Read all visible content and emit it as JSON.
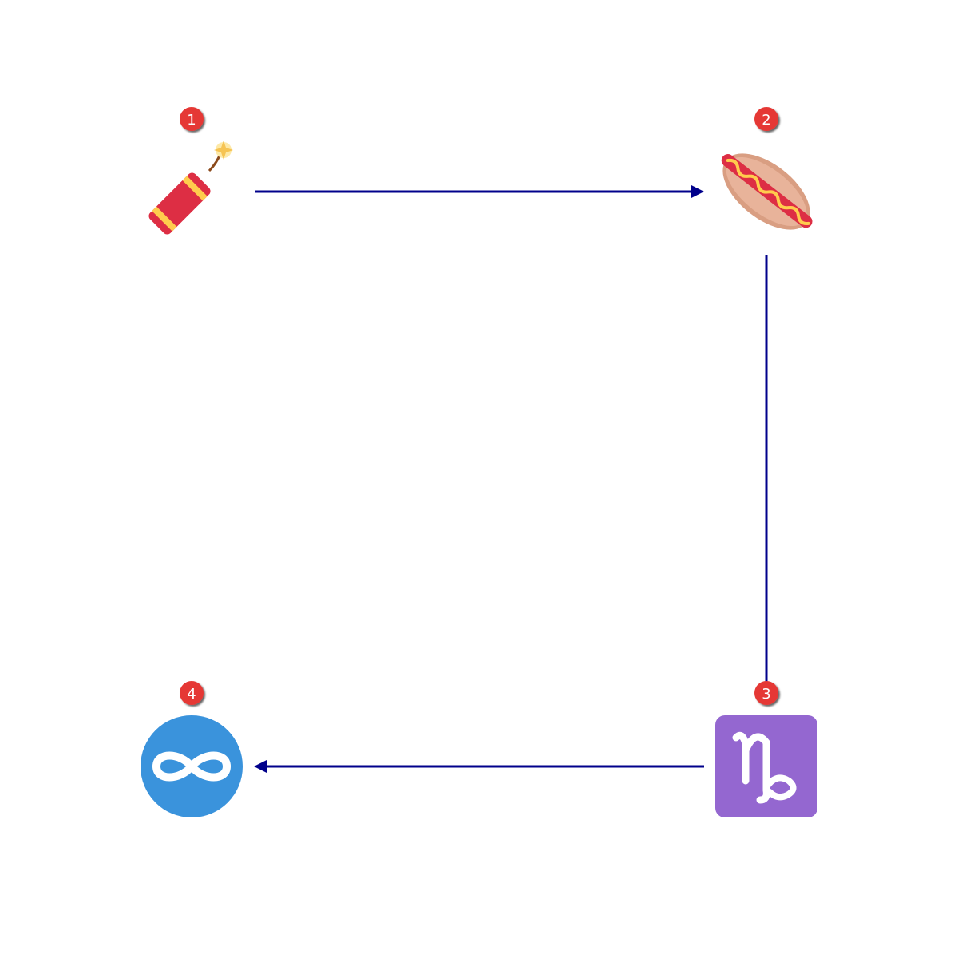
{
  "nodes": [
    {
      "step": "1",
      "icon": "firecracker-icon",
      "badge_color": "#e53935"
    },
    {
      "step": "2",
      "icon": "hot-dog-icon",
      "badge_color": "#e53935"
    },
    {
      "step": "3",
      "icon": "capricorn-icon",
      "badge_color": "#e53935",
      "tile_color": "#9467d0"
    },
    {
      "step": "4",
      "icon": "infinity-icon",
      "badge_color": "#e53935",
      "tile_color": "#3a93dc"
    }
  ],
  "edges": [
    {
      "from": "1",
      "to": "2",
      "arrow": true
    },
    {
      "from": "2",
      "to": "3",
      "arrow": false
    },
    {
      "from": "3",
      "to": "4",
      "arrow": true
    }
  ],
  "colors": {
    "edge": "#00008b"
  }
}
